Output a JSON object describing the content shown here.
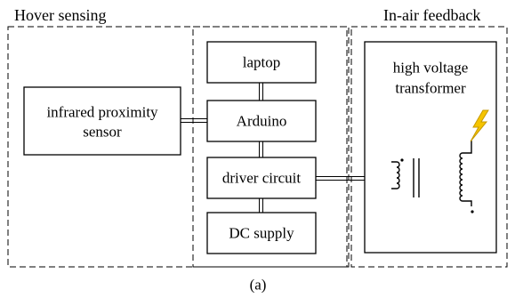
{
  "groups": {
    "hover_sensing": "Hover sensing",
    "in_air_feedback": "In-air feedback"
  },
  "blocks": {
    "sensor_line1": "infrared proximity",
    "sensor_line2": "sensor",
    "laptop": "laptop",
    "arduino": "Arduino",
    "driver": "driver circuit",
    "dc_supply": "DC supply",
    "transformer_line1": "high voltage",
    "transformer_line2": "transformer"
  },
  "caption": "(a)",
  "icons": {
    "spark": "lightning-bolt-icon",
    "transformer": "transformer-symbol-icon"
  },
  "colors": {
    "spark_fill": "#f5c400",
    "spark_stroke": "#c79a00",
    "line": "#000000"
  }
}
